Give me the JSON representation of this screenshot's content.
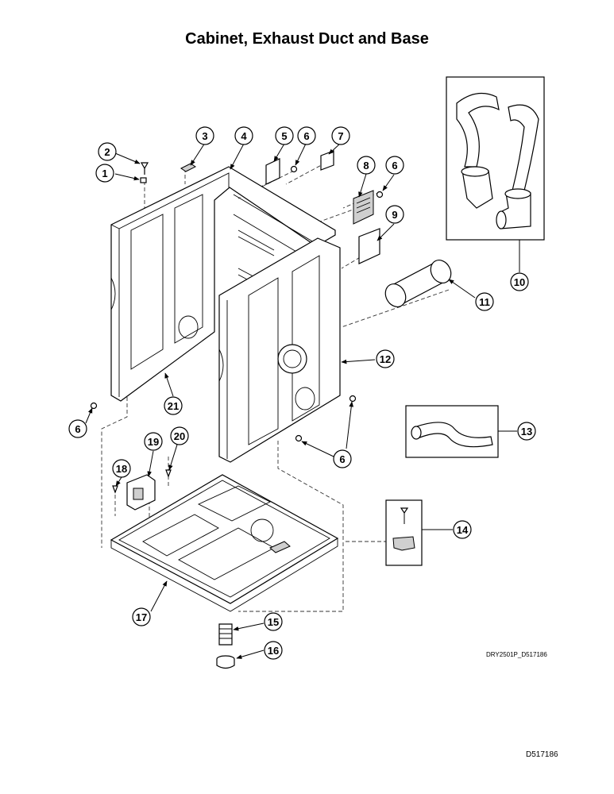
{
  "title": "Cabinet, Exhaust Duct and Base",
  "drawing_code": "DRY2501P_D517186",
  "doc_code": "D517186",
  "callouts": [
    "1",
    "2",
    "3",
    "4",
    "5",
    "6",
    "7",
    "8",
    "6",
    "9",
    "10",
    "11",
    "12",
    "6",
    "21",
    "13",
    "6",
    "19",
    "20",
    "18",
    "14",
    "17",
    "15",
    "16"
  ]
}
